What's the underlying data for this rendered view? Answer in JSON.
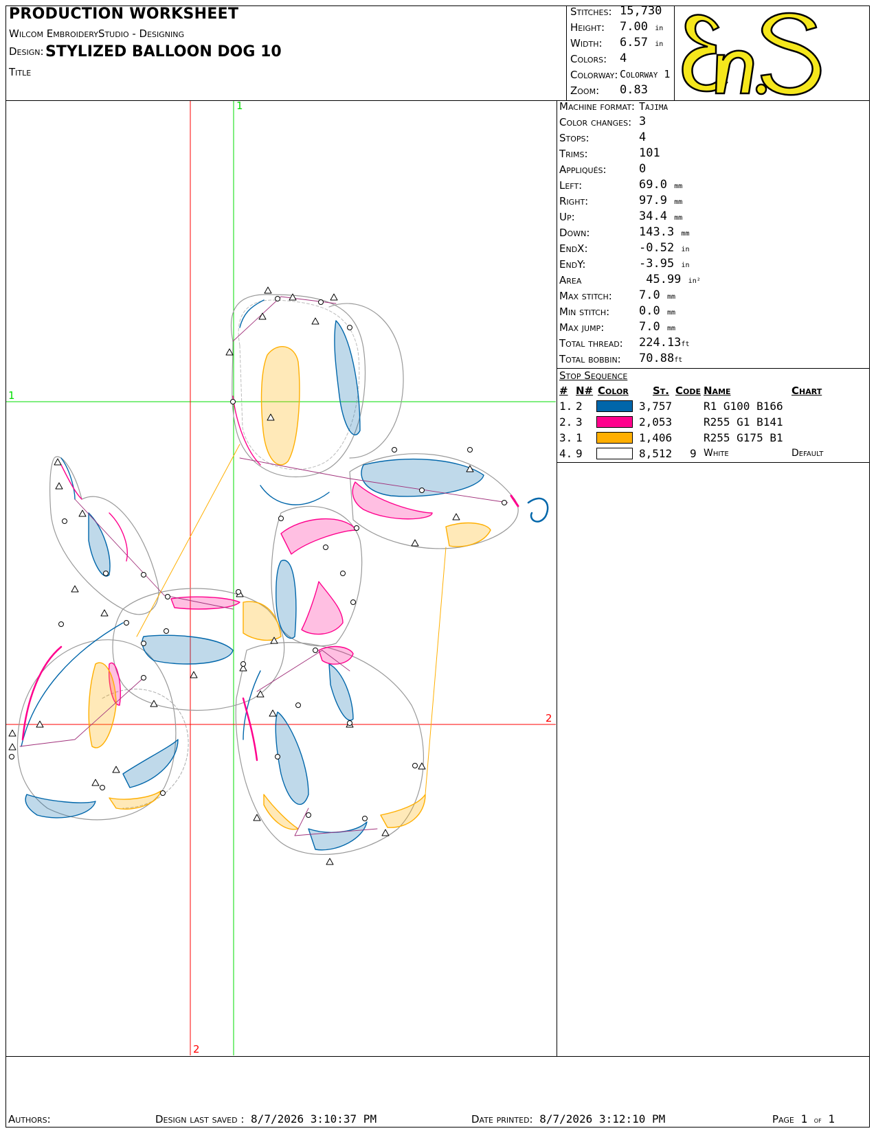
{
  "header": {
    "worksheet_title": "PRODUCTION WORKSHEET",
    "software": "Wilcom EmbroideryStudio - Designing",
    "design_label": "Design:",
    "design_name": "STYLIZED BALLOON DOG  10",
    "title_label": "Title"
  },
  "summary": {
    "stitches_label": "Stitches:",
    "stitches": "15,730",
    "height_label": "Height:",
    "height": "7.00",
    "height_unit": "in",
    "width_label": "Width:",
    "width": "6.57",
    "width_unit": "in",
    "colors_label": "Colors:",
    "colors": "4",
    "colorway_label": "Colorway:",
    "colorway": "Colorway 1",
    "zoom_label": "Zoom:",
    "zoom": "0.83"
  },
  "logo": {
    "text": "EnS",
    "icon": "ens-logo",
    "color": "#f5e71c"
  },
  "stats": [
    {
      "label": "Machine format:",
      "value": "Tajima",
      "unit": ""
    },
    {
      "label": "Color changes:",
      "value": "3",
      "unit": ""
    },
    {
      "label": "Stops:",
      "value": "4",
      "unit": ""
    },
    {
      "label": "Trims:",
      "value": "101",
      "unit": ""
    },
    {
      "label": "Appliqués:",
      "value": "0",
      "unit": ""
    },
    {
      "label": "Left:",
      "value": "69.0",
      "unit": "mm"
    },
    {
      "label": "Right:",
      "value": "97.9",
      "unit": "mm"
    },
    {
      "label": "Up:",
      "value": "34.4",
      "unit": "mm"
    },
    {
      "label": "Down:",
      "value": "143.3",
      "unit": "mm"
    },
    {
      "label": "EndX:",
      "value": "-0.52",
      "unit": "in"
    },
    {
      "label": "EndY:",
      "value": "-3.95",
      "unit": "in"
    },
    {
      "label": "Area",
      "value": " 45.99",
      "unit": "in²"
    },
    {
      "label": "Max stitch:",
      "value": "7.0",
      "unit": "mm"
    },
    {
      "label": "Min stitch:",
      "value": "0.0",
      "unit": "mm"
    },
    {
      "label": "Max jump:",
      "value": "7.0",
      "unit": "mm"
    },
    {
      "label": "Total thread:",
      "value": "224.13",
      "unit": "ft"
    },
    {
      "label": "Total bobbin:",
      "value": "70.88",
      "unit": "ft"
    }
  ],
  "stop_sequence": {
    "title": "Stop Sequence",
    "columns": [
      "#",
      "N#",
      "Color",
      "St.",
      "Code",
      "Name",
      "Chart"
    ],
    "rows": [
      {
        "num": "1.",
        "needle": "2",
        "color": "#0066aa",
        "stitches": "3,757",
        "code": "",
        "name": "R1 G100 B166",
        "chart": ""
      },
      {
        "num": "2.",
        "needle": "3",
        "color": "#ff008d",
        "stitches": "2,053",
        "code": "",
        "name": "R255 G1 B141",
        "chart": ""
      },
      {
        "num": "3.",
        "needle": "1",
        "color": "#ffaf01",
        "stitches": "1,406",
        "code": "",
        "name": "R255 G175 B1",
        "chart": ""
      },
      {
        "num": "4.",
        "needle": "9",
        "color": "#ffffff",
        "stitches": "8,512",
        "code": "9",
        "name": "White",
        "chart": "Default"
      }
    ]
  },
  "guides": [
    {
      "label": "1",
      "color": "#00dd00"
    },
    {
      "label": "1",
      "color": "#00dd00"
    },
    {
      "label": "2",
      "color": "#ff0000"
    },
    {
      "label": "2",
      "color": "#ff0000"
    }
  ],
  "footer": {
    "authors_label": "Authors:",
    "saved_label": "Design last saved :",
    "saved_value": "8/7/2026 3:10:37 PM",
    "printed_label": "Date printed:",
    "printed_value": "8/7/2026 3:12:10 PM",
    "page_label": "Page",
    "page_num": "1",
    "page_of": "of",
    "page_total": "1"
  }
}
